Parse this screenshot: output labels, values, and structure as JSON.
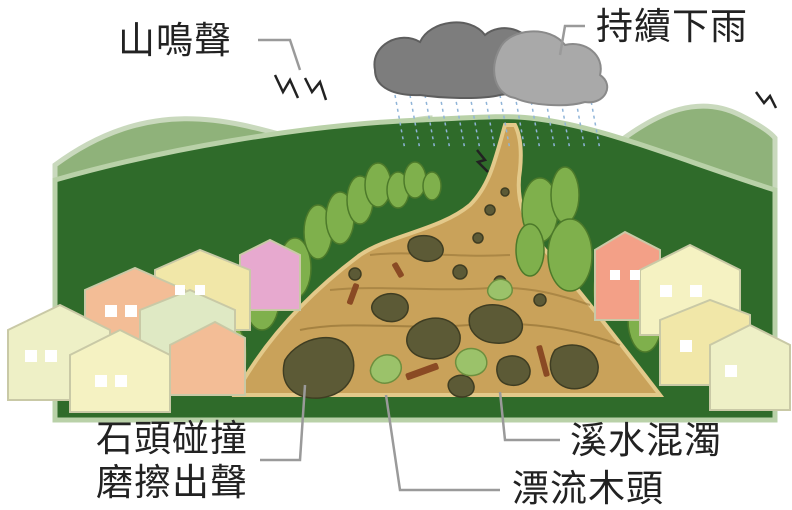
{
  "labels": {
    "mountain_sound": "山鳴聲",
    "continuous_rain": "持續下雨",
    "rocks_collide_line1": "石頭碰撞",
    "rocks_collide_line2": "磨擦出聲",
    "turbid_stream": "溪水混濁",
    "floating_logs": "漂流木頭"
  },
  "colors": {
    "mountain_front": "#2f6b2a",
    "mountain_back": "#8fb27a",
    "mountain_outline": "#c9d9bd",
    "mudflow": "#c9a25a",
    "boulder": "#5c5a36",
    "cloud": "#8a8a8a",
    "rain": "#8fb4d8",
    "leader_line": "#9a9a9a"
  }
}
